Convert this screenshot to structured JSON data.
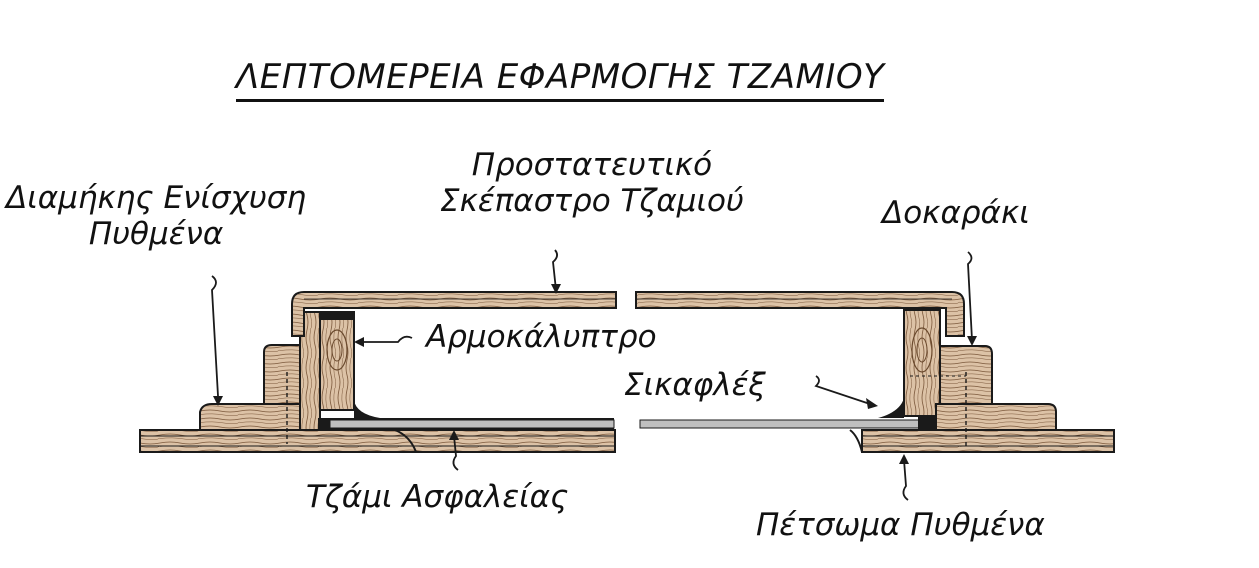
{
  "title": "ΛΕΠΤΟΜΕΡΕΙΑ ΕΦΑΡΜΟΓΗΣ ΤΖΑΜΙΟΥ",
  "labels": {
    "longitudinal_reinforcement": [
      "Διαμήκης Ενίσχυση",
      "Πυθμένα"
    ],
    "glass_cover": [
      "Προστατευτικό",
      "Σκέπαστρο Τζαμιού"
    ],
    "batten": "Δοκαράκι",
    "joint_cover": "Αρμοκάλυπτρο",
    "sikaflex": "Σικαφλέξ",
    "safety_glass": "Τζάμι Ασφαλείας",
    "bottom_planking": "Πέτσωμα Πυθμένα"
  },
  "colors": {
    "wood": "#dcc2a6",
    "wood_grain": "#6b4a2e",
    "outline": "#1a1a1a",
    "glass": "#bfbfbf",
    "sealant": "#1a1a1a"
  }
}
